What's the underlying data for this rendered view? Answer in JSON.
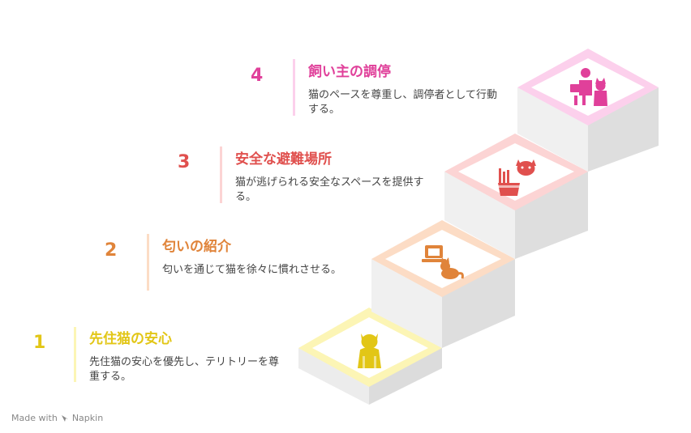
{
  "steps": [
    {
      "number": "1",
      "title": "先住猫の安心",
      "desc": "先住猫の安心を優先し、テリトリーを尊重する。",
      "color": "#e2c616",
      "light": "#fcf5b5",
      "icon": "sitting-cat-icon"
    },
    {
      "number": "2",
      "title": "匂いの紹介",
      "desc": "匂いを通じて猫を徐々に慣れさせる。",
      "color": "#e0843a",
      "light": "#fcdcc5",
      "icon": "cat-laptop-icon"
    },
    {
      "number": "3",
      "title": "安全な避難場所",
      "desc": "猫が逃げられる安全なスペースを提供する。",
      "color": "#e0504e",
      "light": "#fcd4d4",
      "icon": "cat-basket-icon"
    },
    {
      "number": "4",
      "title": "飼い主の調停",
      "desc": "猫のペースを尊重し、調停者として行動する。",
      "color": "#e0409a",
      "light": "#fcd0ec",
      "icon": "person-with-cat-icon"
    }
  ],
  "footer": {
    "prefix": "Made with",
    "brand": "Napkin"
  }
}
